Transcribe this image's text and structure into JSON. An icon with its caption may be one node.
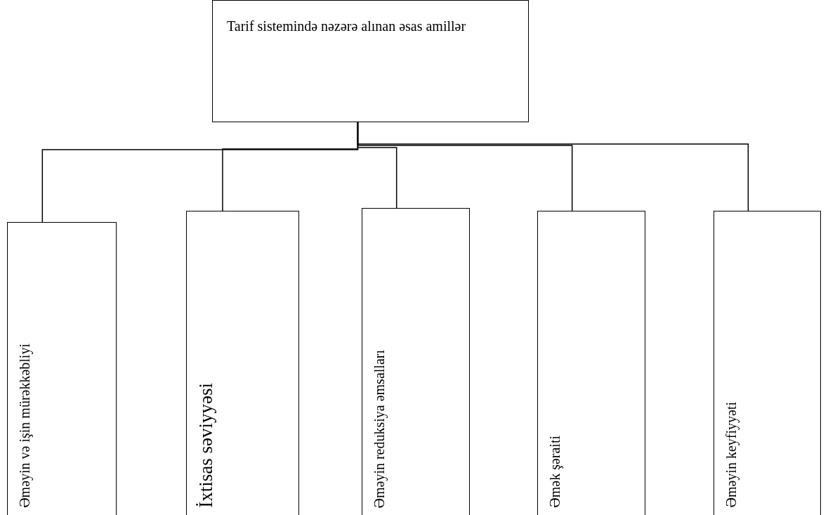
{
  "diagram": {
    "nodes": [
      {
        "text": [
          "Tarif sistemində nəzərə alınan əsas amillər"
        ]
      },
      {
        "text": [
          "Əməyin və işin mürəkkəbliyi"
        ]
      },
      {
        "text": [
          "İxtisas səviyyəsi"
        ]
      },
      {
        "text": [
          "Əməyin reduksiya əmsalları"
        ]
      },
      {
        "text": [
          "Əmək şəraiti"
        ]
      },
      {
        "text": [
          "Əməyin keyfiyyəti"
        ]
      }
    ],
    "edges": [
      {
        "from": 0,
        "to": 1,
        "arrow": "none"
      },
      {
        "from": 0,
        "to": 2,
        "arrow": "none"
      },
      {
        "from": 0,
        "to": 3,
        "arrow": "none"
      },
      {
        "from": 0,
        "to": 4,
        "arrow": "none"
      },
      {
        "from": 0,
        "to": 5,
        "arrow": "none"
      }
    ]
  }
}
